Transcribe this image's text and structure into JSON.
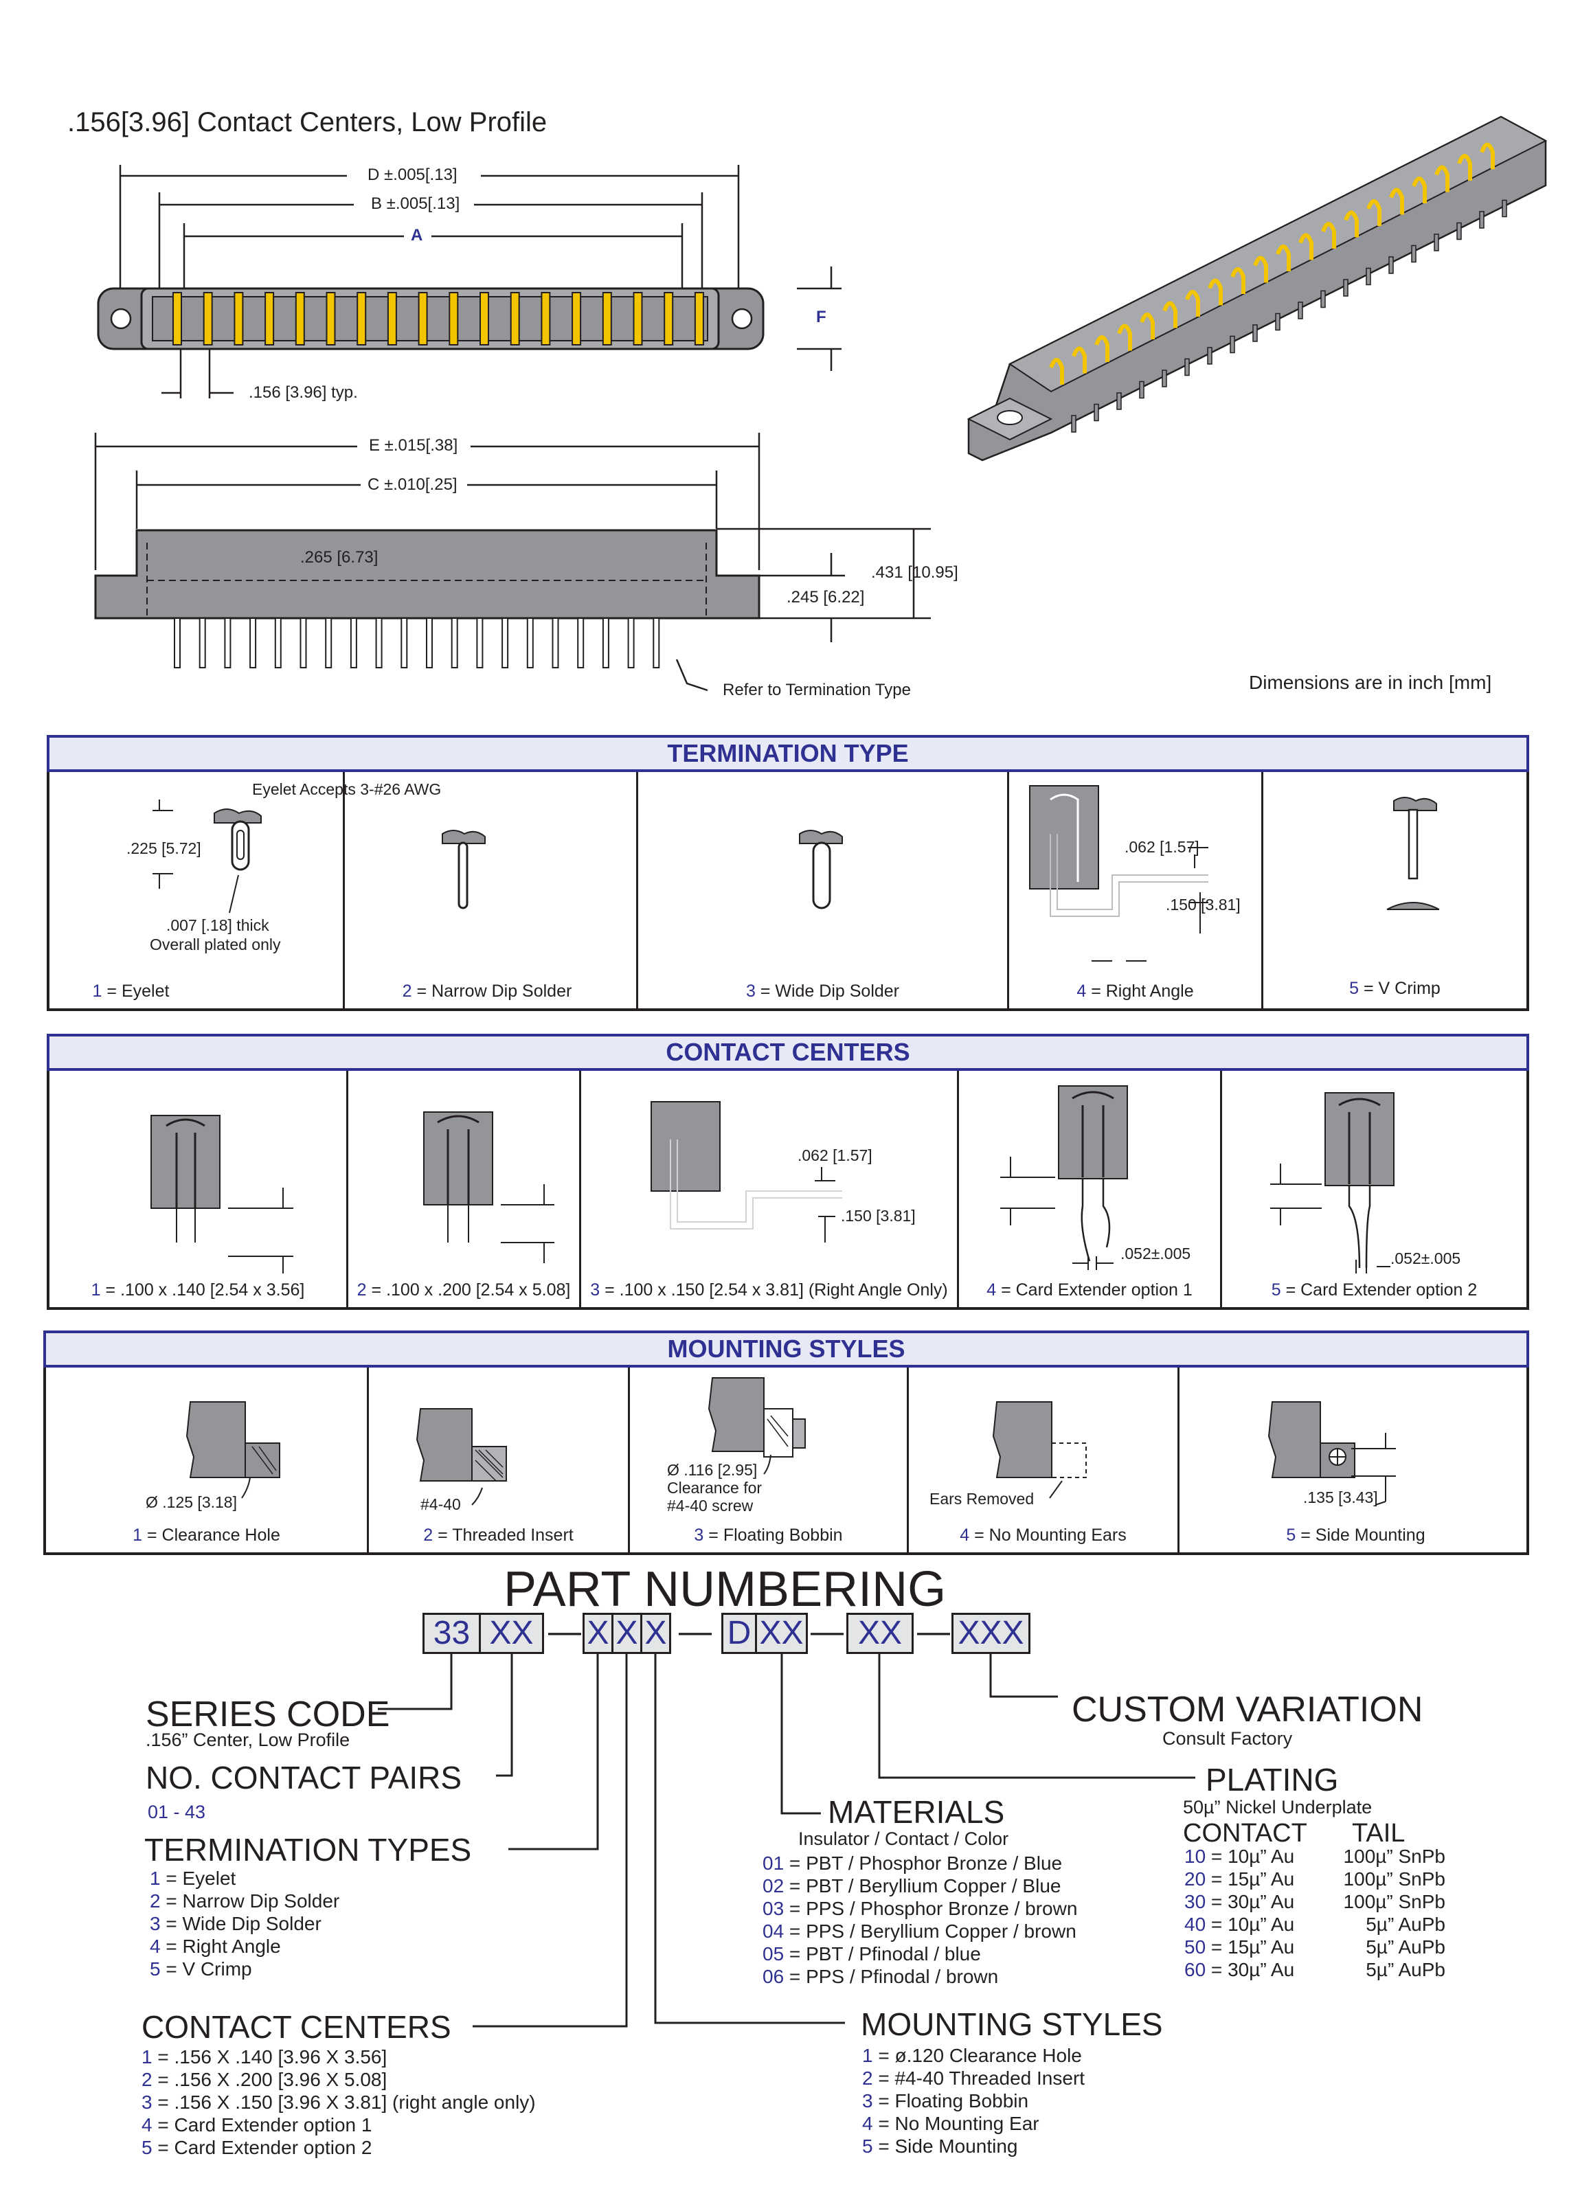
{
  "title": ".156[3.96] Contact Centers, Low Profile",
  "dims": {
    "d": "D ±.005[.13]",
    "b": "B ±.005[.13]",
    "a": "A",
    "f": "F",
    "typ": ".156 [3.96] typ.",
    "e": "E ±.015[.38]",
    "c": "C ±.010[.25]",
    "h1": ".265 [6.73]",
    "h2": ".431 [10.95]",
    "h3": ".245 [6.22]",
    "refer": "Refer to Termination Type",
    "units": "Dimensions are in inch [mm]"
  },
  "termination": {
    "header": "TERMINATION TYPE",
    "eyelet_note": "Eyelet Accepts 3-#26 AWG",
    "eyelet_dim": ".225 [5.72]",
    "eyelet_thick": ".007 [.18] thick",
    "eyelet_plated": "Overall plated only",
    "ra_dim1": ".062 [1.57]",
    "ra_dim2": ".150 [3.81]",
    "items": [
      {
        "num": "1",
        "label": " = Eyelet"
      },
      {
        "num": "2",
        "label": " = Narrow Dip Solder"
      },
      {
        "num": "3",
        "label": " = Wide Dip Solder"
      },
      {
        "num": "4",
        "label": " = Right Angle"
      },
      {
        "num": "5",
        "label": " = V Crimp"
      }
    ]
  },
  "centers": {
    "header": "CONTACT CENTERS",
    "dim1": ".062 [1.57]",
    "dim2": ".150 [3.81]",
    "dim3": ".052±.005",
    "dim4": ".052±.005",
    "items": [
      {
        "num": "1",
        "label": " = .100 x .140 [2.54 x 3.56]"
      },
      {
        "num": "2",
        "label": " = .100 x .200 [2.54 x 5.08]"
      },
      {
        "num": "3",
        "label": " = .100 x .150 [2.54 x 3.81] (Right Angle Only)"
      },
      {
        "num": "4",
        "label": " = Card Extender option 1"
      },
      {
        "num": "5",
        "label": " = Card Extender option 2"
      }
    ]
  },
  "mounting": {
    "header": "MOUNTING STYLES",
    "clear_dim": "Ø .125 [3.18]",
    "thread": "#4-40",
    "bobbin1": "Ø .116 [2.95]",
    "bobbin2": "Clearance for",
    "bobbin3": "#4-40 screw",
    "ears": "Ears Removed",
    "side_dim": ".135 [3.43]",
    "items": [
      {
        "num": "1",
        "label": " = Clearance Hole"
      },
      {
        "num": "2",
        "label": " = Threaded Insert"
      },
      {
        "num": "3",
        "label": " = Floating Bobbin"
      },
      {
        "num": "4",
        "label": " = No Mounting Ears"
      },
      {
        "num": "5",
        "label": " = Side Mounting"
      }
    ]
  },
  "part": {
    "title": "PART NUMBERING",
    "boxes": [
      "33",
      "XX",
      "X",
      "X",
      "X",
      "D",
      "XX",
      "XX",
      "XXX"
    ],
    "dash": "—",
    "series_code": "SERIES CODE",
    "series_sub": ".156” Center, Low Profile",
    "contact_pairs": "NO. CONTACT PAIRS",
    "pairs_range": "01 - 43",
    "term_types": "TERMINATION TYPES",
    "term_list": [
      {
        "num": "1",
        "label": " = Eyelet"
      },
      {
        "num": "2",
        "label": " = Narrow Dip Solder"
      },
      {
        "num": "3",
        "label": " = Wide Dip Solder"
      },
      {
        "num": "4",
        "label": " = Right Angle"
      },
      {
        "num": "5",
        "label": " = V Crimp"
      }
    ],
    "contact_centers": "CONTACT CENTERS",
    "cc_list": [
      {
        "num": "1",
        "label": " = .156 X .140 [3.96 X 3.56]"
      },
      {
        "num": "2",
        "label": " = .156 X .200 [3.96 X 5.08]"
      },
      {
        "num": "3",
        "label": " = .156 X .150 [3.96 X 3.81] (right angle only)"
      },
      {
        "num": "4",
        "label": " = Card Extender option 1"
      },
      {
        "num": "5",
        "label": " = Card Extender option 2"
      }
    ],
    "materials": "MATERIALS",
    "materials_sub": "Insulator / Contact / Color",
    "mat_list": [
      {
        "num": "01",
        "label": " = PBT / Phosphor Bronze / Blue"
      },
      {
        "num": "02",
        "label": " = PBT / Beryllium Copper / Blue"
      },
      {
        "num": "03",
        "label": " = PPS / Phosphor Bronze / brown"
      },
      {
        "num": "04",
        "label": " = PPS / Beryllium Copper / brown"
      },
      {
        "num": "05",
        "label": " = PBT / Pfinodal / blue"
      },
      {
        "num": "06",
        "label": " = PPS / Pfinodal / brown"
      }
    ],
    "mounting": "MOUNTING STYLES",
    "mount_list": [
      {
        "num": "1",
        "label": " = ø.120 Clearance Hole"
      },
      {
        "num": "2",
        "label": " = #4-40 Threaded Insert"
      },
      {
        "num": "3",
        "label": " = Floating Bobbin"
      },
      {
        "num": "4",
        "label": " = No Mounting Ear"
      },
      {
        "num": "5",
        "label": " = Side Mounting"
      }
    ],
    "custom": "CUSTOM VARIATION",
    "custom_sub": "Consult Factory",
    "plating": "PLATING",
    "plating_sub": "50µ” Nickel Underplate",
    "plating_contact": "CONTACT",
    "plating_tail": "TAIL",
    "plating_list": [
      {
        "num": "10",
        "contact": " = 10µ” Au",
        "tail": "100µ” SnPb"
      },
      {
        "num": "20",
        "contact": " = 15µ” Au",
        "tail": "100µ” SnPb"
      },
      {
        "num": "30",
        "contact": " = 30µ” Au",
        "tail": "100µ” SnPb"
      },
      {
        "num": "40",
        "contact": " = 10µ” Au",
        "tail": "5µ” AuPb"
      },
      {
        "num": "50",
        "contact": " = 15µ” Au",
        "tail": "5µ” AuPb"
      },
      {
        "num": "60",
        "contact": " = 30µ” Au",
        "tail": "5µ” AuPb"
      }
    ]
  }
}
